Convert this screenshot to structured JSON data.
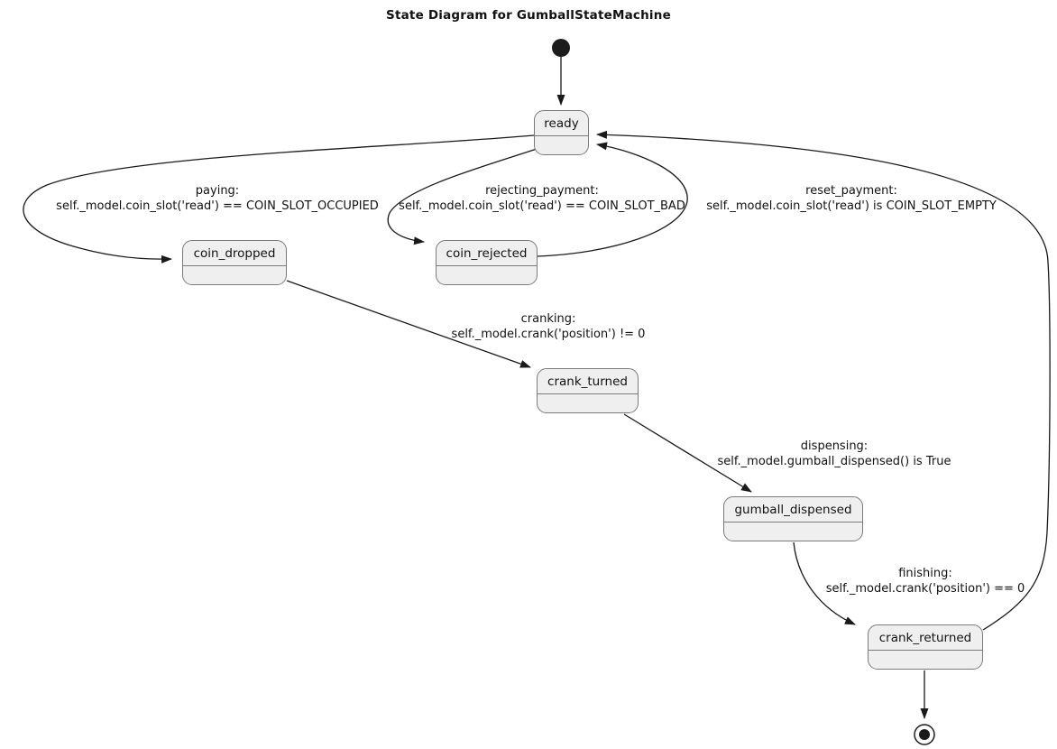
{
  "title": "State Diagram for GumballStateMachine",
  "machine_name": "GumballStateMachine",
  "colors": {
    "background": "#ffffff",
    "state_fill": "#efefef",
    "state_border": "#7a7a7a",
    "edge_stroke": "#1a1a1a",
    "text": "#111111"
  },
  "states": [
    {
      "id": "ready",
      "label": "ready"
    },
    {
      "id": "coin_dropped",
      "label": "coin_dropped"
    },
    {
      "id": "coin_rejected",
      "label": "coin_rejected"
    },
    {
      "id": "crank_turned",
      "label": "crank_turned"
    },
    {
      "id": "gumball_dispensed",
      "label": "gumball_dispensed"
    },
    {
      "id": "crank_returned",
      "label": "crank_returned"
    }
  ],
  "pseudostates": [
    {
      "id": "initial",
      "type": "initial-state-dot"
    },
    {
      "id": "final",
      "type": "final-state-dot"
    }
  ],
  "transitions": [
    {
      "event": "paying:",
      "condition": "self._model.coin_slot('read') == COIN_SLOT_OCCUPIED",
      "from": "ready",
      "to": "coin_dropped"
    },
    {
      "event": "rejecting_payment:",
      "condition": "self._model.coin_slot('read') == COIN_SLOT_BAD",
      "from": "ready",
      "to": "coin_rejected"
    },
    {
      "event": "reset_payment:",
      "condition": "self._model.coin_slot('read') is COIN_SLOT_EMPTY",
      "from": "coin_rejected",
      "to": "ready"
    },
    {
      "event": "cranking:",
      "condition": "self._model.crank('position') != 0",
      "from": "coin_dropped",
      "to": "crank_turned"
    },
    {
      "event": "dispensing:",
      "condition": "self._model.gumball_dispensed() is True",
      "from": "crank_turned",
      "to": "gumball_dispensed"
    },
    {
      "event": "finishing:",
      "condition": "self._model.crank('position') == 0",
      "from": "gumball_dispensed",
      "to": "crank_returned"
    }
  ],
  "unlabeled_edges": [
    {
      "from": "initial",
      "to": "ready"
    },
    {
      "from": "crank_returned",
      "to": "ready"
    },
    {
      "from": "crank_returned",
      "to": "final"
    }
  ]
}
